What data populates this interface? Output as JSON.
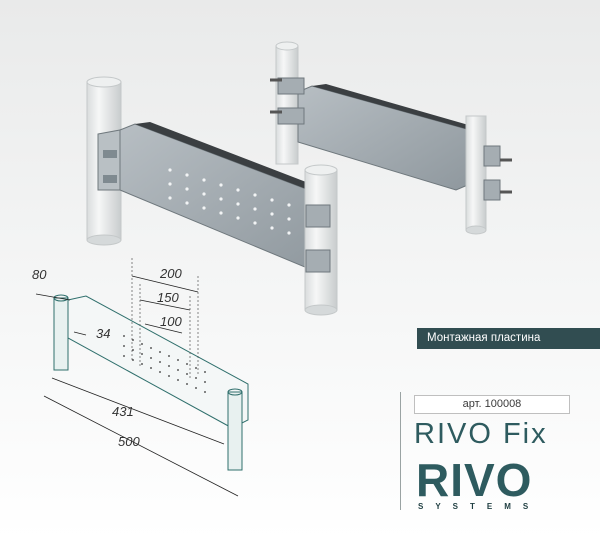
{
  "product": {
    "ribbon_label": "Монтажная пластина",
    "article": "арт. 100008",
    "title": "RIVO Fix"
  },
  "logo": {
    "brand": "RIVO",
    "subline": "SYSTEMS",
    "color": "#2e5b5f"
  },
  "dimensions": {
    "d80": "80",
    "d200": "200",
    "d150": "150",
    "d100": "100",
    "d34": "34",
    "d431": "431",
    "d500": "500"
  },
  "colors": {
    "ribbon_bg": "#314d51",
    "accent": "#2e5b5f",
    "plate": "#a9b2b8",
    "line_drawing": "#2f7a78"
  }
}
